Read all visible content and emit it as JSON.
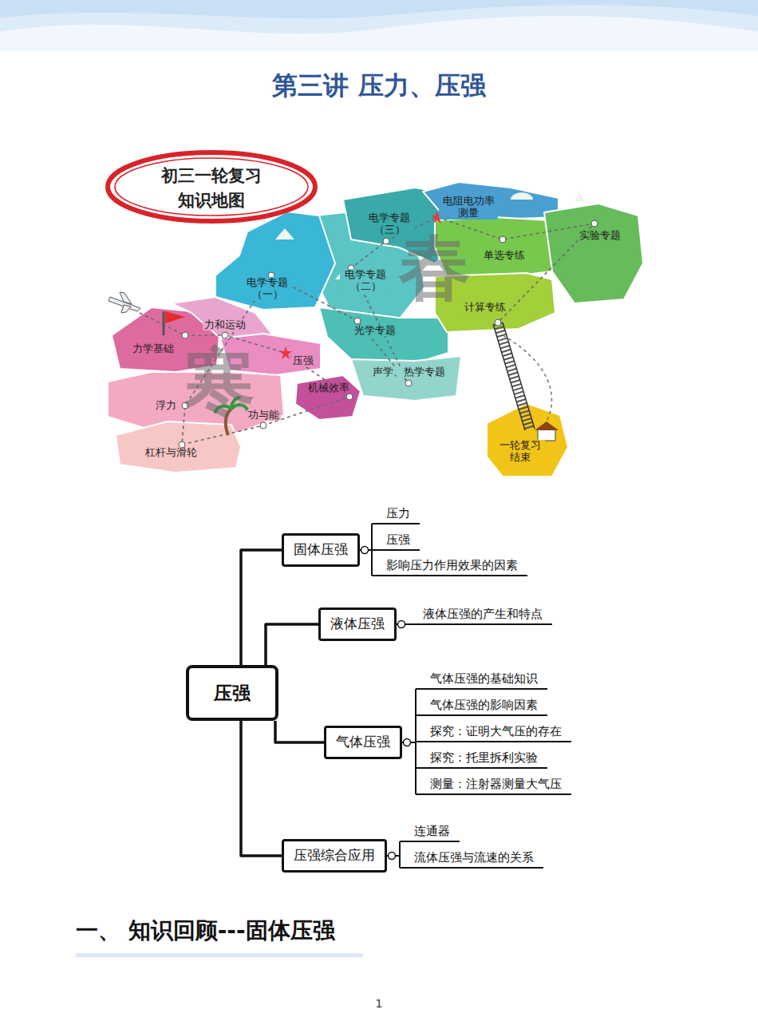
{
  "diagram": {
    "title": "第三讲 压力、压强",
    "nodes": [
      {
        "text": [
          "压强"
        ]
      },
      {
        "text": [
          "固体压强"
        ]
      },
      {
        "text": [
          "压力"
        ]
      },
      {
        "text": [
          "压强"
        ]
      },
      {
        "text": [
          "影响压力作用效果的因素"
        ]
      },
      {
        "text": [
          "液体压强"
        ]
      },
      {
        "text": [
          "液体压强的产生和特点"
        ]
      },
      {
        "text": [
          "气体压强"
        ]
      },
      {
        "text": [
          "气体压强的基础知识"
        ]
      },
      {
        "text": [
          "气体压强的影响因素"
        ]
      },
      {
        "text": [
          "探究：证明大气压的存在"
        ]
      },
      {
        "text": [
          "探究：托里拆利实验"
        ]
      },
      {
        "text": [
          "测量：注射器测量大气压"
        ]
      },
      {
        "text": [
          "压强综合应用"
        ]
      },
      {
        "text": [
          "连通器"
        ]
      },
      {
        "text": [
          "流体压强与流速的关系"
        ]
      }
    ],
    "edges": [
      {
        "from": 0,
        "to": 1,
        "arrow": "none"
      },
      {
        "from": 0,
        "to": 5,
        "arrow": "none"
      },
      {
        "from": 0,
        "to": 7,
        "arrow": "none"
      },
      {
        "from": 0,
        "to": 13,
        "arrow": "none"
      },
      {
        "from": 1,
        "to": 2,
        "arrow": "none"
      },
      {
        "from": 1,
        "to": 3,
        "arrow": "none"
      },
      {
        "from": 1,
        "to": 4,
        "arrow": "none"
      },
      {
        "from": 5,
        "to": 6,
        "arrow": "none"
      },
      {
        "from": 7,
        "to": 8,
        "arrow": "none"
      },
      {
        "from": 7,
        "to": 9,
        "arrow": "none"
      },
      {
        "from": 7,
        "to": 10,
        "arrow": "none"
      },
      {
        "from": 7,
        "to": 11,
        "arrow": "none"
      },
      {
        "from": 7,
        "to": 12,
        "arrow": "none"
      },
      {
        "from": 13,
        "to": 14,
        "arrow": "none"
      },
      {
        "from": 13,
        "to": 15,
        "arrow": "none"
      }
    ],
    "labels": [
      "初三一轮复习",
      "知识地图",
      "电阻电功率 测量",
      "电学专题 （三）",
      "实验专题",
      "单选专练",
      "电学专题 （二）",
      "电学专题 （一）",
      "计算专练",
      "力和运动",
      "力学基础",
      "光学专题",
      "压强",
      "声学、热学专题",
      "机械效率",
      "浮力",
      "功与能",
      "杠杆与滑轮",
      "一轮复习 结束",
      "春",
      "寒",
      "一、 知识回顾---固体压强",
      "1"
    ]
  }
}
